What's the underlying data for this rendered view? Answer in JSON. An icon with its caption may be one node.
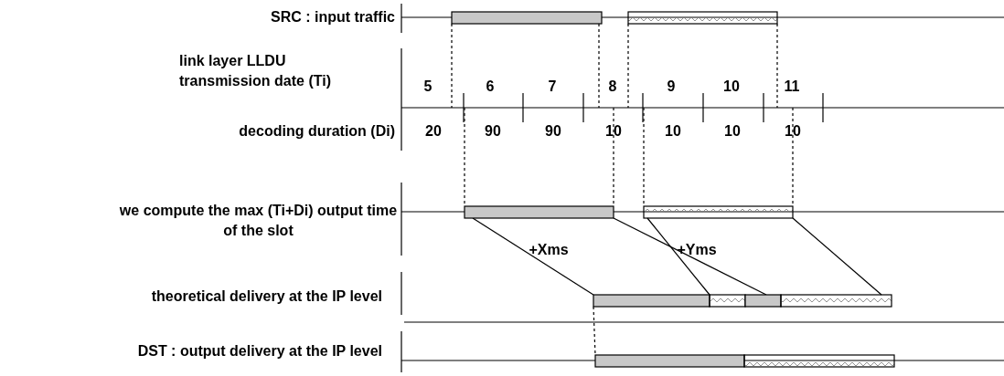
{
  "diagram": {
    "nodes": [
      {
        "text": [],
        "shape": "bar"
      },
      {
        "text": [],
        "shape": "bar"
      },
      {
        "text": [],
        "shape": "bar"
      },
      {
        "text": [],
        "shape": "bar"
      },
      {
        "text": [],
        "shape": "bar"
      },
      {
        "text": [],
        "shape": "bar"
      },
      {
        "text": [],
        "shape": "bar"
      },
      {
        "text": [],
        "shape": "bar"
      },
      {
        "text": [],
        "shape": "bar"
      },
      {
        "text": [],
        "shape": "bar"
      }
    ],
    "edges": [
      {
        "from": 2,
        "to": 4,
        "arrow": "none"
      },
      {
        "from": 2,
        "to": 6,
        "arrow": "none"
      },
      {
        "from": 3,
        "to": 5,
        "arrow": "none"
      },
      {
        "from": 3,
        "to": 7,
        "arrow": "none"
      },
      {
        "from": 4,
        "to": 8,
        "arrow": "none",
        "style": "dashed"
      }
    ],
    "labels": [
      "SRC : input traffic",
      "link layer LLDU transmission date (Ti)",
      "5",
      "6",
      "7",
      "8",
      "9",
      "10",
      "11",
      "decoding duration (Di)",
      "20",
      "90",
      "90",
      "10",
      "10",
      "10",
      "10",
      "we compute the max (Ti+Di) output time of the slot",
      "+Xms",
      "+Yms",
      "theoretical delivery at the IP level",
      "DST : output delivery at the IP level"
    ]
  }
}
